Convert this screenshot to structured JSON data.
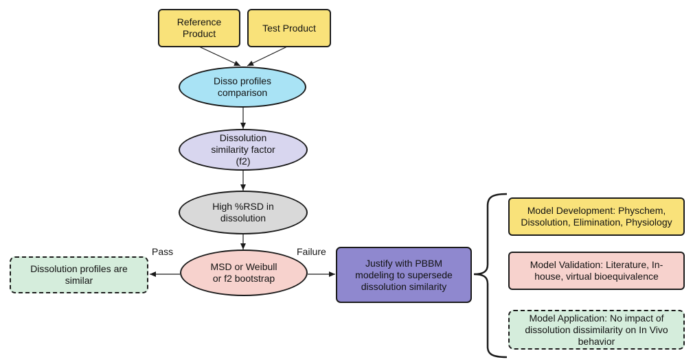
{
  "nodes": {
    "reference_product": "Reference Product",
    "test_product": "Test Product",
    "disso_comparison": "Disso profiles comparison",
    "similarity_factor": "Dissolution similarity factor (f2)",
    "high_rsd": "High %RSD in dissolution",
    "msd_weibull": "MSD or Weibull or f2 bootstrap",
    "profiles_similar": "Dissolution profiles are similar",
    "justify_pbbm": "Justify with PBBM modeling to supersede dissolution similarity",
    "model_development": "Model Development: Physchem, Dissolution, Elimination, Physiology",
    "model_validation": "Model Validation: Literature, In-house, virtual bioequivalence",
    "model_application": "Model Application: No impact of dissolution dissimilarity on In Vivo behavior"
  },
  "edge_labels": {
    "pass": "Pass",
    "failure": "Failure"
  },
  "colors": {
    "yellow": "#f9e27a",
    "light_blue": "#a9e3f5",
    "lavender": "#d8d6ef",
    "grey": "#d9d9d9",
    "pink": "#f7d2cd",
    "green": "#d5eddc",
    "purple": "#8f88cf"
  }
}
